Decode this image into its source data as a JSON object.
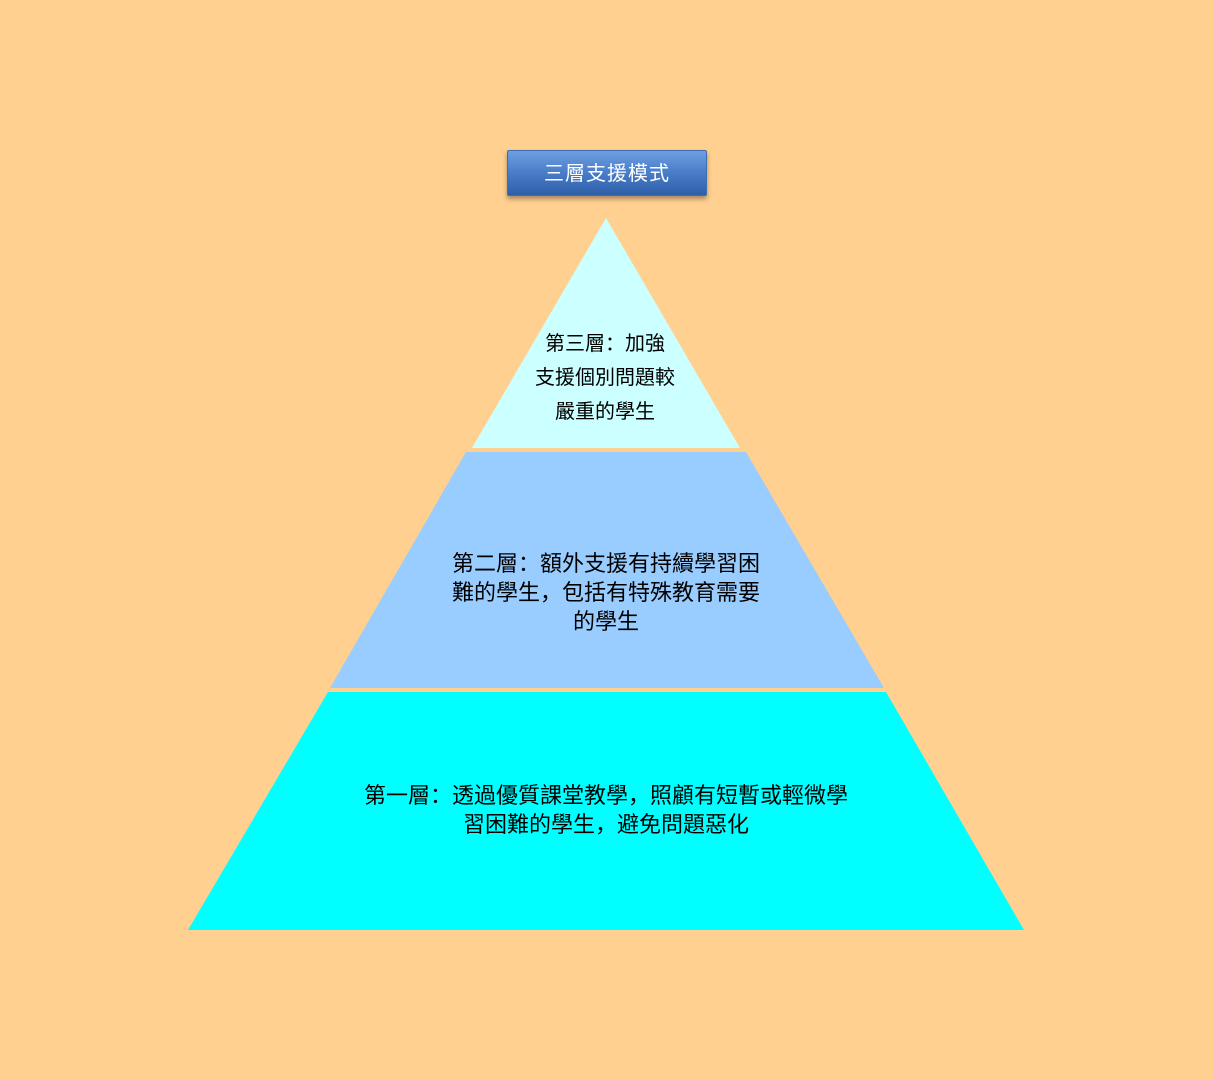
{
  "title": "三層支援模式",
  "tiers": [
    {
      "level": 3,
      "lines": [
        "第三層：加強",
        "支援個別問題較",
        "嚴重的學生"
      ],
      "color": "#ccffff"
    },
    {
      "level": 2,
      "lines": [
        "第二層：額外支援有持續學習困",
        "難的學生，包括有特殊教育需要",
        "的學生"
      ],
      "color": "#99ccff"
    },
    {
      "level": 1,
      "lines": [
        "第一層：透過優質課堂教學，照顧有短暫或輕微學",
        "習困難的學生，避免問題惡化"
      ],
      "color": "#00ffff"
    }
  ],
  "background_color": "#ffd08f"
}
